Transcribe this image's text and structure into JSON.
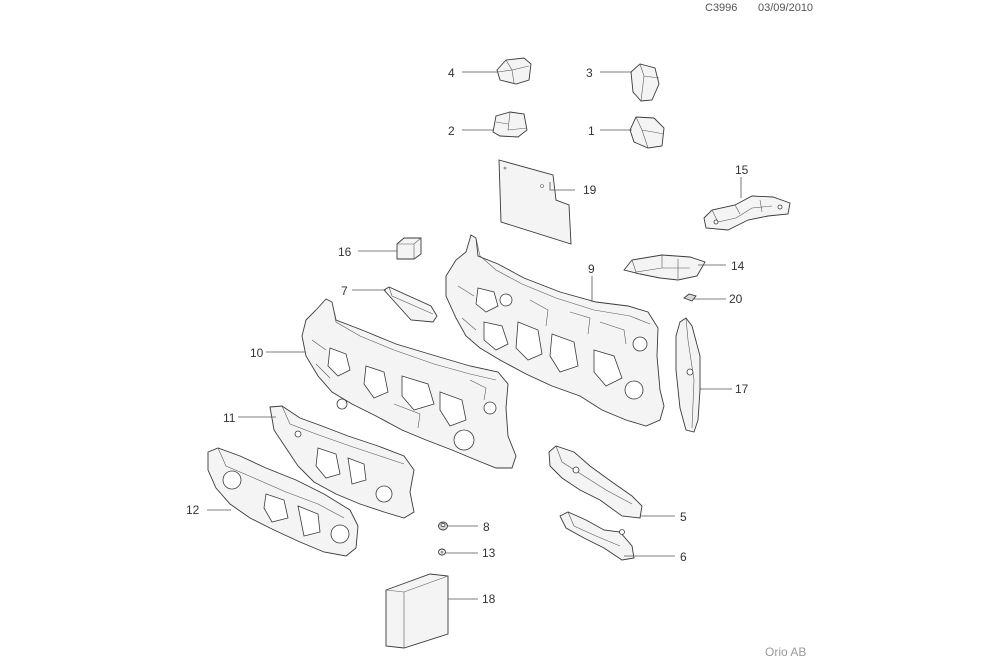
{
  "header": {
    "drawing_code": "C3996",
    "date": "03/09/2010"
  },
  "footer": {
    "brand": "Orio AB"
  },
  "callouts": [
    {
      "id": "1",
      "label": "1"
    },
    {
      "id": "2",
      "label": "2"
    },
    {
      "id": "3",
      "label": "3"
    },
    {
      "id": "4",
      "label": "4"
    },
    {
      "id": "5",
      "label": "5"
    },
    {
      "id": "6",
      "label": "6"
    },
    {
      "id": "7",
      "label": "7"
    },
    {
      "id": "8",
      "label": "8"
    },
    {
      "id": "9",
      "label": "9"
    },
    {
      "id": "10",
      "label": "10"
    },
    {
      "id": "11",
      "label": "11"
    },
    {
      "id": "12",
      "label": "12"
    },
    {
      "id": "13",
      "label": "13"
    },
    {
      "id": "14",
      "label": "14"
    },
    {
      "id": "15",
      "label": "15"
    },
    {
      "id": "16",
      "label": "16"
    },
    {
      "id": "17",
      "label": "17"
    },
    {
      "id": "18",
      "label": "18"
    },
    {
      "id": "19",
      "label": "19"
    },
    {
      "id": "20",
      "label": "20"
    }
  ]
}
